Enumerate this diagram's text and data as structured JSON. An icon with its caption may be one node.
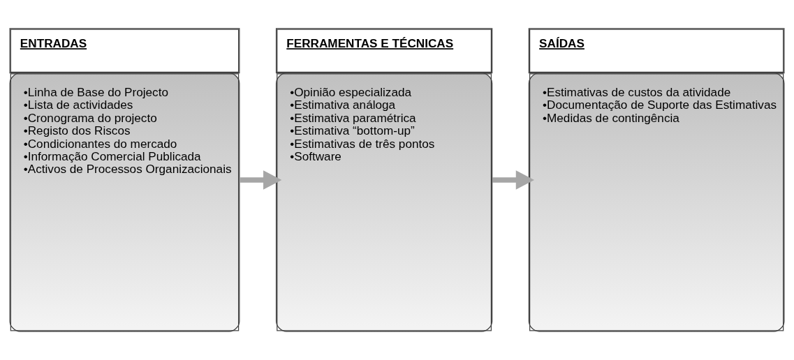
{
  "diagram": {
    "nodes": [
      {
        "text": [
          "ENTRADAS",
          "•Linha de Base do Projecto",
          "•Lista de actividades",
          "•Cronograma do projecto",
          "•Registo dos Riscos",
          "•Condicionantes do mercado",
          "•Informação Comercial Publicada",
          "•Activos de Processos Organizacionais"
        ]
      },
      {
        "text": [
          "FERRAMENTAS E TÉCNICAS",
          "•Opinião especializada",
          "•Estimativa análoga",
          "•Estimativa paramétrica",
          "•Estimativa “bottom-up”",
          "•Estimativas de três pontos",
          "•Software"
        ]
      },
      {
        "text": [
          "SAÍDAS",
          "•Estimativas de custos da atividade",
          "•Documentação de Suporte das Estimativas",
          "•Medidas de contingência"
        ]
      }
    ],
    "edges": [
      {
        "from": 0,
        "to": 1,
        "arrow": "to"
      },
      {
        "from": 1,
        "to": 2,
        "arrow": "to"
      }
    ]
  }
}
